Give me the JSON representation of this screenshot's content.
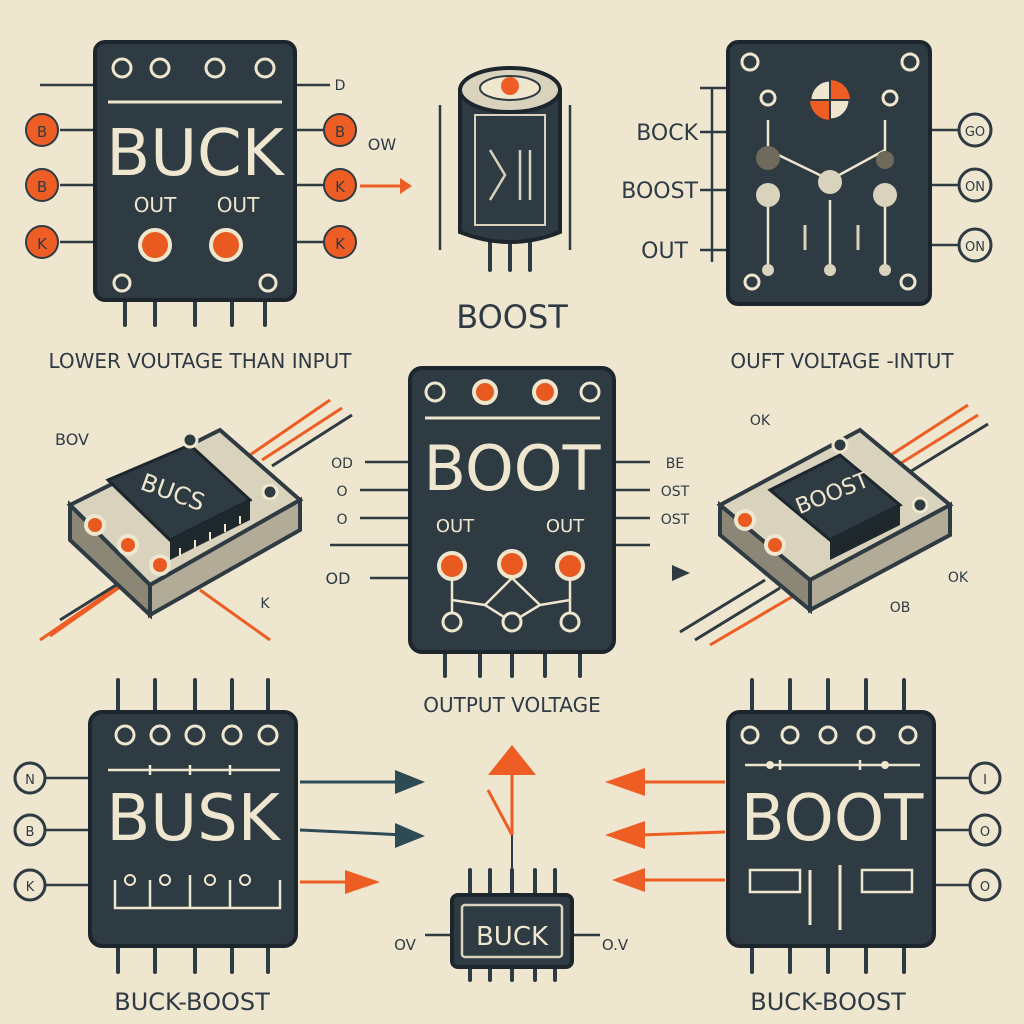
{
  "colors": {
    "background": "#efe6cf",
    "chip": "#2f3b42",
    "accent_orange": "#ee5e24",
    "ink": "#2f3b44"
  },
  "chips": {
    "top_left": {
      "title": "BUCK",
      "out_left": "OUT",
      "out_right": "OUT"
    },
    "top_right": {
      "rows": [
        "BOCK",
        "BOOST",
        "OUT"
      ]
    },
    "center": {
      "title": "BOOT",
      "out_left": "OUT",
      "out_right": "OUT"
    },
    "mid_left_3d": {
      "title": "BUCS"
    },
    "mid_right_3d": {
      "title": "BOOST"
    },
    "bottom_left": {
      "title": "BUSK"
    },
    "bottom_right": {
      "title": "BOOT"
    },
    "bottom_center": {
      "title": "BUCK"
    }
  },
  "labels": {
    "top_left_caption": "LOWER VOUTAGE THAN INPUT",
    "capacitor_caption": "BOOST",
    "top_right_caption": "OUFT VOLTAGE -INTUT",
    "center_caption": "OUTPUT VOLTAGE",
    "bottom_left_caption": "BUCK-BOOST",
    "bottom_right_caption": "BUCK-BOOST",
    "tl_pin_top_right": "D",
    "tl_side_right": "OW",
    "tl_left_pins": [
      "B",
      "B",
      "K"
    ],
    "tl_right_pins": [
      "B",
      "K",
      "K"
    ],
    "tr_right_pins": [
      "GO",
      "ON",
      "ON"
    ],
    "mid_left_tag": "BOV",
    "mid_left_low": "K",
    "center_left_pins": [
      "OD",
      "O",
      "O",
      "OD"
    ],
    "center_right_pins": [
      "BE",
      "OST",
      "OST"
    ],
    "mid_right_top": "OK",
    "mid_right_side": "OK",
    "mid_right_low": "OB",
    "bl_left_pins": [
      "N",
      "B",
      "K"
    ],
    "br_right_pins": [
      "I",
      "O",
      "O"
    ],
    "bc_left": "OV",
    "bc_right": "O.V"
  }
}
